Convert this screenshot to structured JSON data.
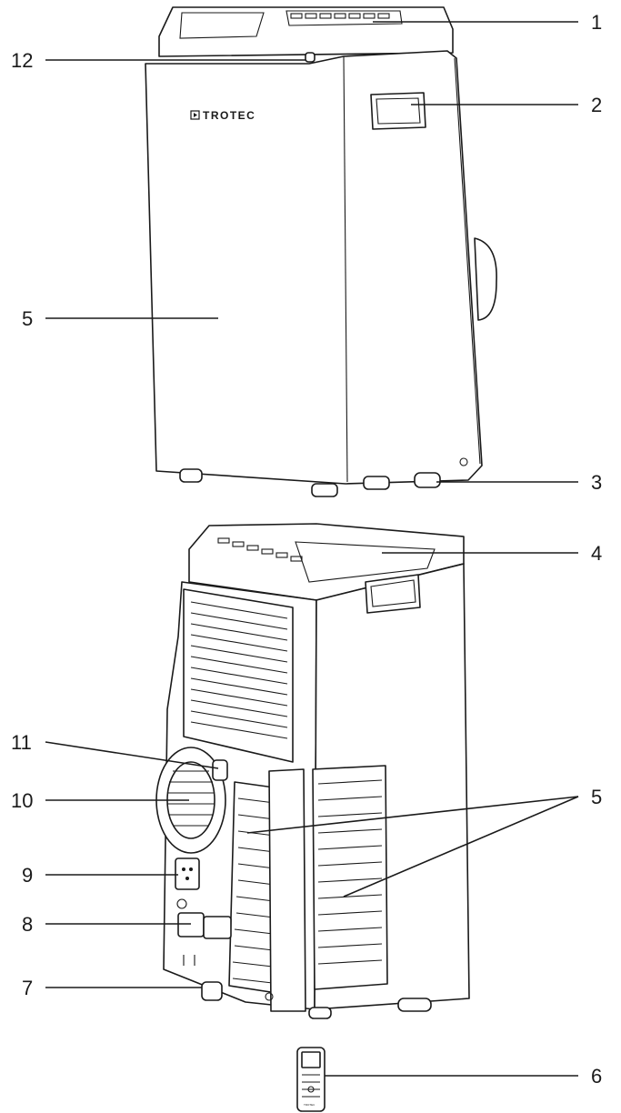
{
  "brand": {
    "logo_text": "TROTEC",
    "remote_logo_text": "TROTEC"
  },
  "callouts": {
    "c1": "1",
    "c2": "2",
    "c3": "3",
    "c4": "4",
    "c5a": "5",
    "c5b": "5",
    "c6": "6",
    "c7": "7",
    "c8": "8",
    "c9": "9",
    "c10": "10",
    "c11": "11",
    "c12": "12"
  },
  "colors": {
    "line": "#1a1a1a",
    "background": "#ffffff"
  }
}
